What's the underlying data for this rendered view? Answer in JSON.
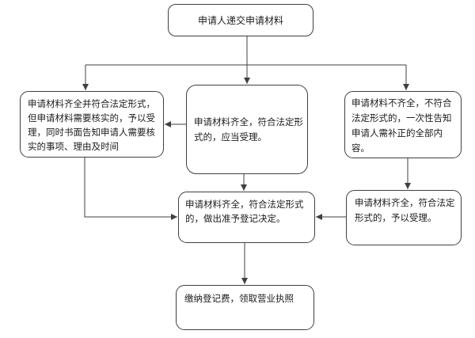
{
  "diagram": {
    "kind": "flowchart",
    "nodes": {
      "submit": {
        "label": "申请人递交申请材料"
      },
      "verify": {
        "label": "申请材料齐全并符合法定形式，\n但申请材料需要核实的，予以受\n理，同时书面告知申请人需要核\n实的事项、理由及时间"
      },
      "accept": {
        "label": "申请材料齐全，符合法定形\n式的，应当受理。"
      },
      "incomplete": {
        "label": "申请材料不齐全，不符合\n法定形式的，一次性告知\n申请人需补正的全部内\n容。"
      },
      "decision": {
        "label": "申请材料齐全，符合法定形式\n的，做出准予登记决定。"
      },
      "supplement": {
        "label": "申请材料齐全，符合法定\n形式的，予以受理。"
      },
      "license": {
        "label": "缴纳登记费，领取营业执照"
      }
    },
    "colors": {
      "line": "#404040",
      "text": "#1c1c1c",
      "node_fill": "#ffffff",
      "background": "#ffffff"
    }
  }
}
